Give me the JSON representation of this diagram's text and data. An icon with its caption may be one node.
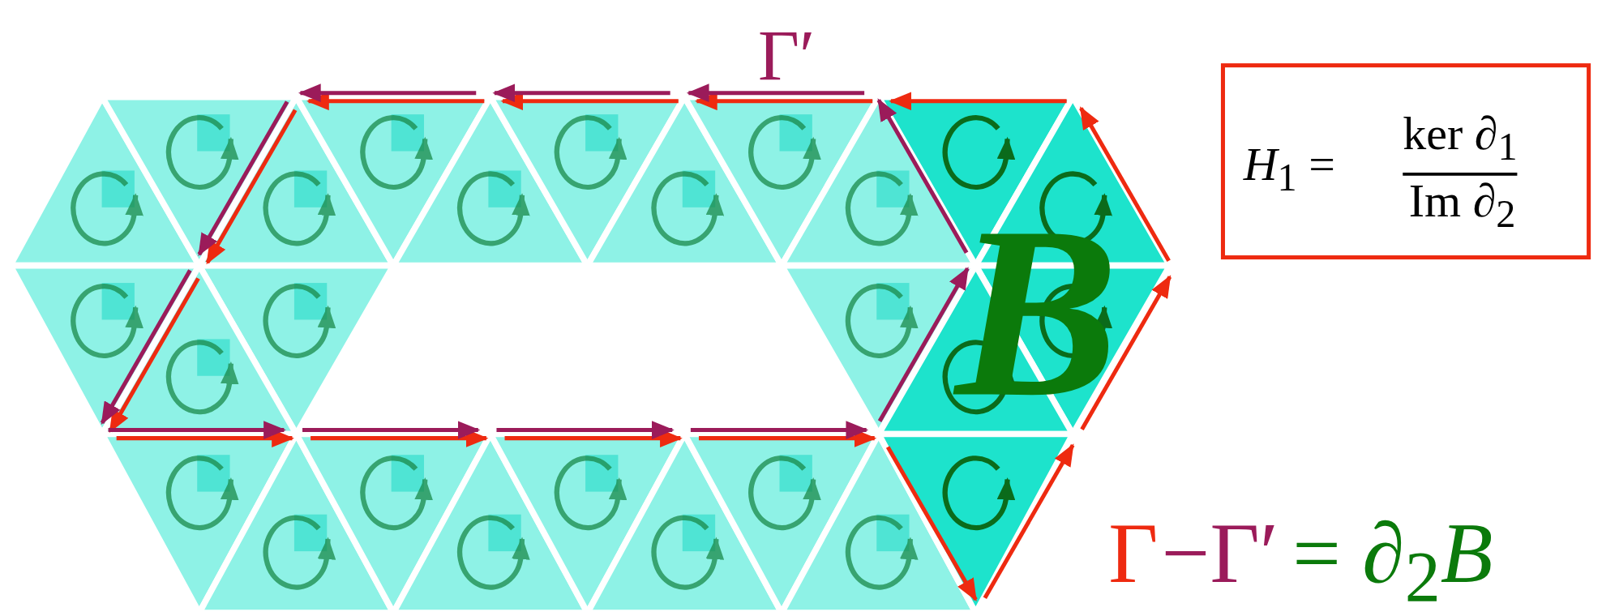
{
  "diagram": {
    "nodes": [
      {
        "text": [
          "*H*$_{1}$ =",
          "ker *∂*$_{1}$",
          "Im *∂*$_{2}$"
        ]
      }
    ],
    "labels": [
      "Γ′",
      "B",
      "Γ",
      "−Γ′",
      "= *∂*$_{2}$*B*"
    ]
  }
}
